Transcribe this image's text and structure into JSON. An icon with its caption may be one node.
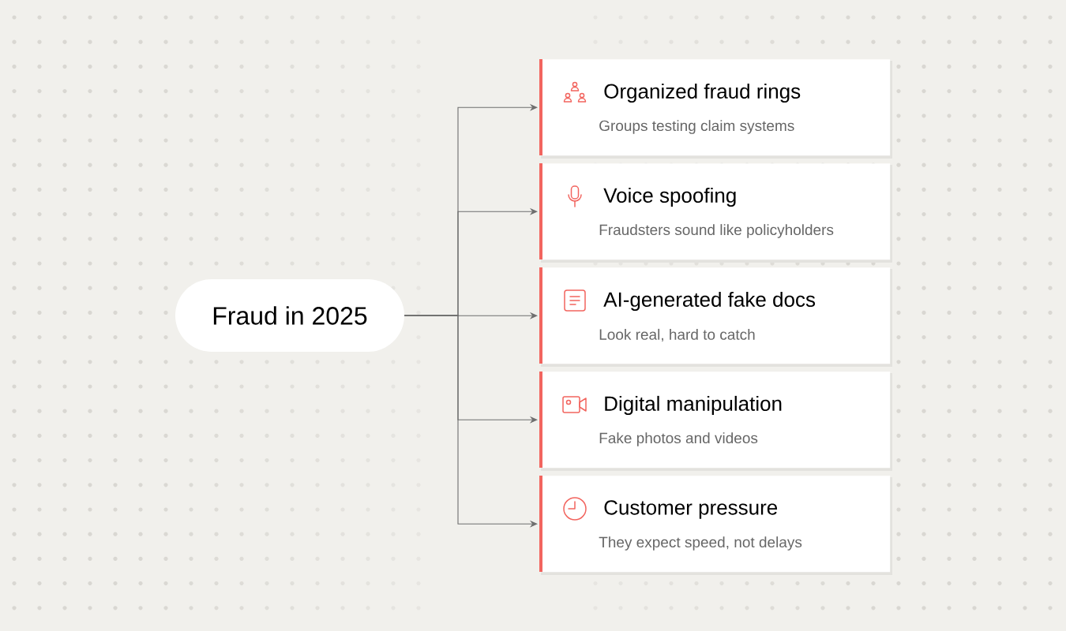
{
  "diagram": {
    "nodes": [
      {
        "text": [
          "Fraud in 2025"
        ]
      },
      {
        "text": [
          "Organized fraud rings",
          "Groups testing claim systems"
        ]
      },
      {
        "text": [
          "Voice spoofing",
          "Fraudsters sound like policyholders"
        ]
      },
      {
        "text": [
          "AI-generated fake docs",
          "Look real, hard to catch"
        ]
      },
      {
        "text": [
          "Digital manipulation",
          "Fake photos and videos"
        ]
      },
      {
        "text": [
          "Customer pressure",
          "They expect speed, not delays"
        ]
      }
    ],
    "edges": [
      {
        "from": 0,
        "to": 1,
        "arrow": "to"
      },
      {
        "from": 0,
        "to": 2,
        "arrow": "to"
      },
      {
        "from": 0,
        "to": 3,
        "arrow": "to"
      },
      {
        "from": 0,
        "to": 4,
        "arrow": "to"
      },
      {
        "from": 0,
        "to": 5,
        "arrow": "to"
      }
    ]
  }
}
